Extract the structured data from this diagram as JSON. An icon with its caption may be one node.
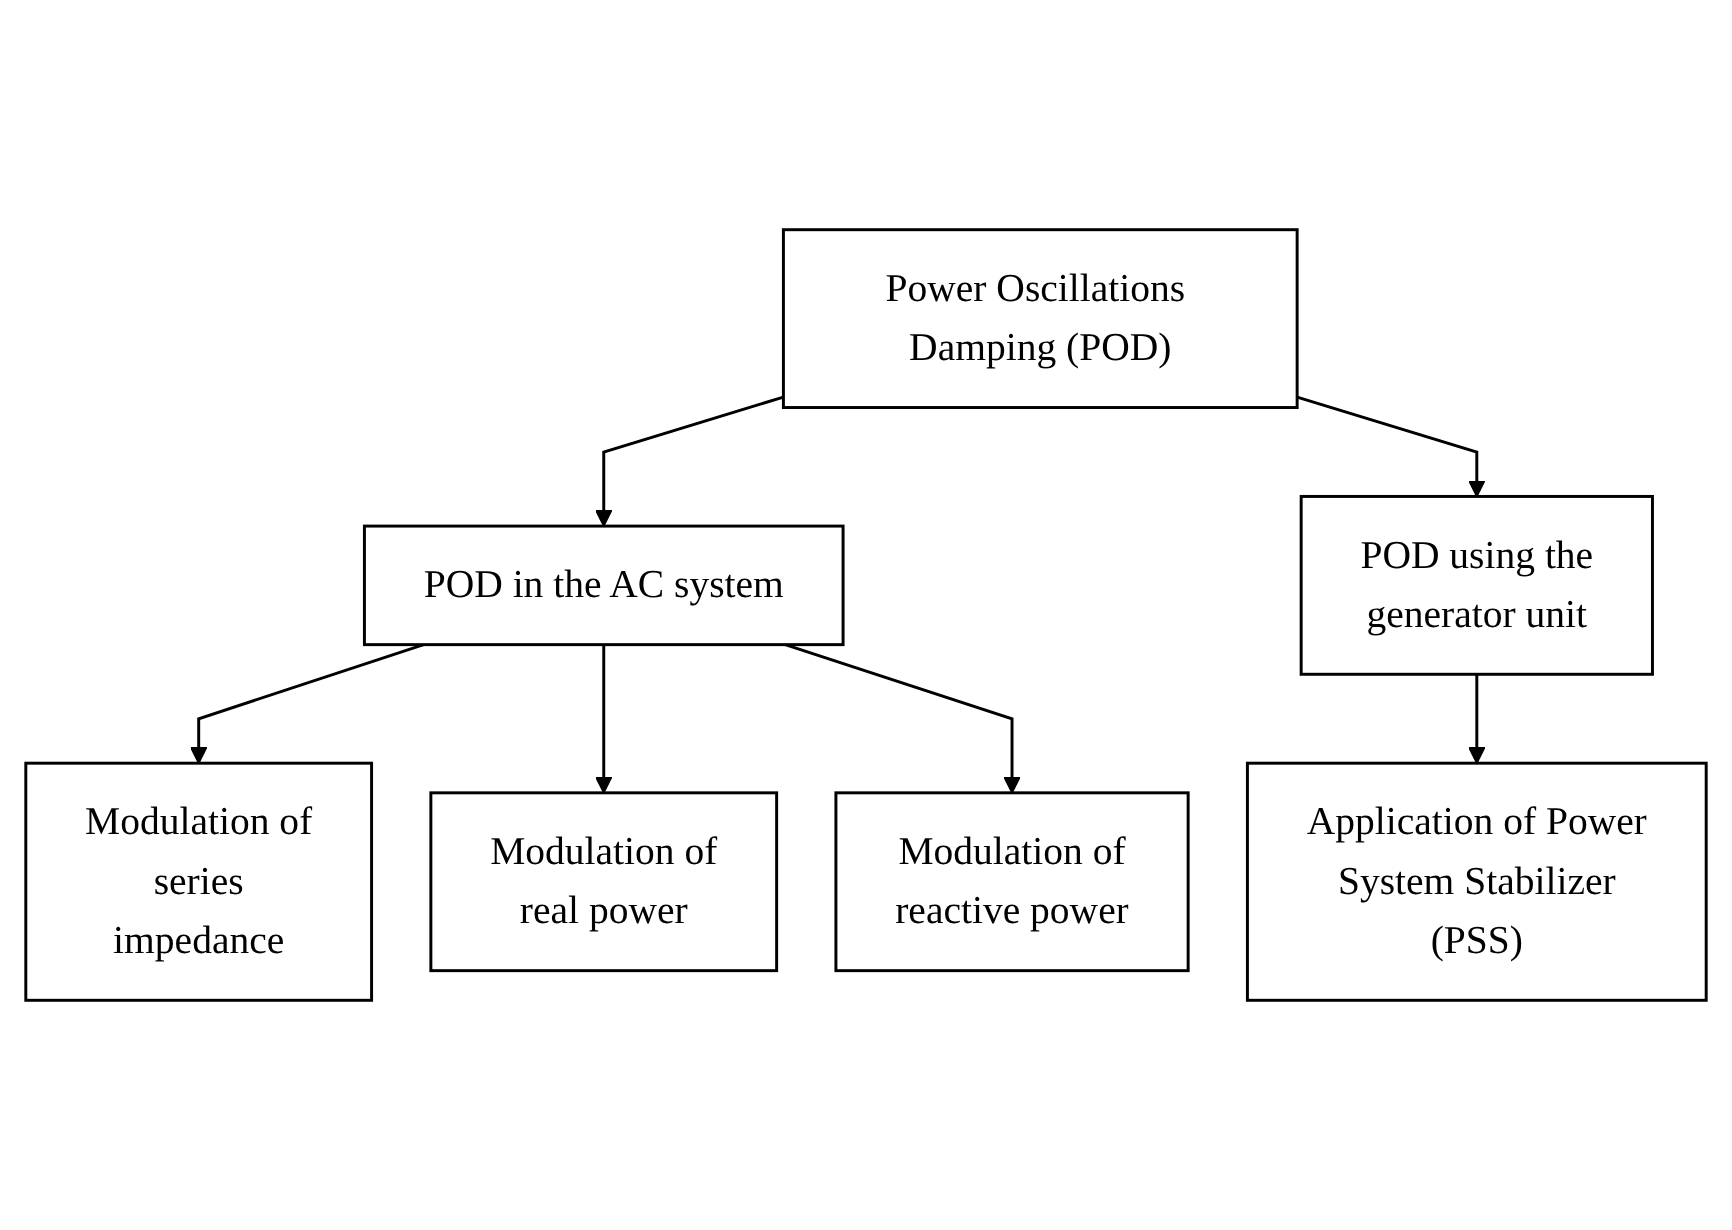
{
  "diagram": {
    "nodes": [
      {
        "text": [
          "Power Oscillations Damping (POD)"
        ]
      },
      {
        "text": [
          "POD in the AC system"
        ]
      },
      {
        "text": [
          "POD using the generator unit"
        ]
      },
      {
        "text": [
          "Modulation of series impedance"
        ]
      },
      {
        "text": [
          "Modulation of real power"
        ]
      },
      {
        "text": [
          "Modulation of reactive power"
        ]
      },
      {
        "text": [
          "Application of Power System Stabilizer (PSS)"
        ]
      }
    ],
    "edges": [
      {
        "from": 0,
        "to": 1,
        "arrow": "to"
      },
      {
        "from": 0,
        "to": 2,
        "arrow": "to"
      },
      {
        "from": 1,
        "to": 3,
        "arrow": "to"
      },
      {
        "from": 1,
        "to": 4,
        "arrow": "to"
      },
      {
        "from": 1,
        "to": 5,
        "arrow": "to"
      },
      {
        "from": 2,
        "to": 6,
        "arrow": "to"
      }
    ]
  }
}
